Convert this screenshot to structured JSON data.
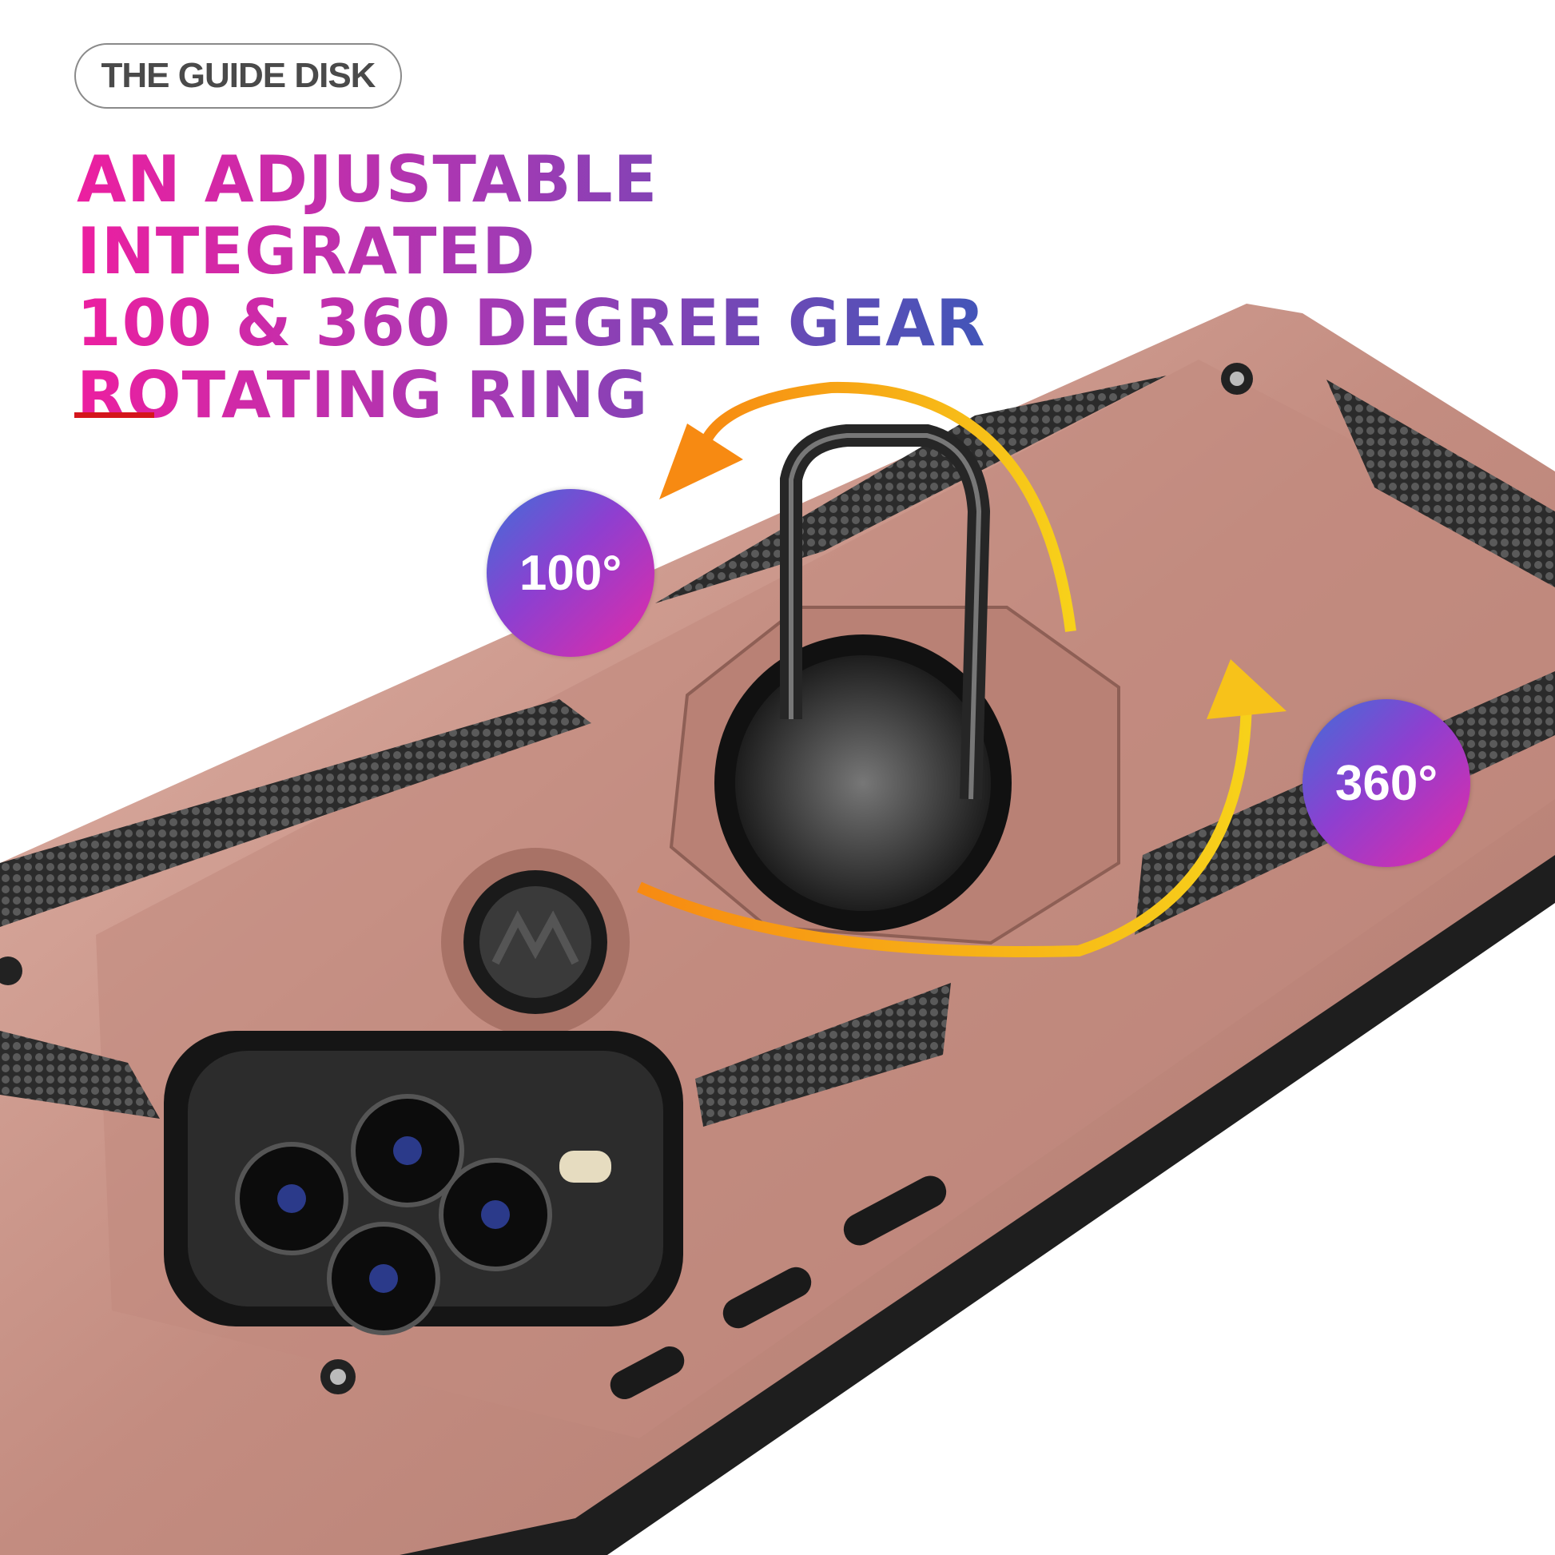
{
  "label": "THE GUIDE DISK",
  "headline": [
    "AN ADJUSTABLE INTEGRATED",
    "100 & 360 DEGREE GEAR",
    "ROTATING RING"
  ],
  "badges": {
    "tilt": "100°",
    "rotate": "360°"
  },
  "colors": {
    "case": "#c9968a",
    "accent_red": "#d4161c",
    "arrow": "#f7c21a",
    "arrow_orange": "#f78a12"
  }
}
